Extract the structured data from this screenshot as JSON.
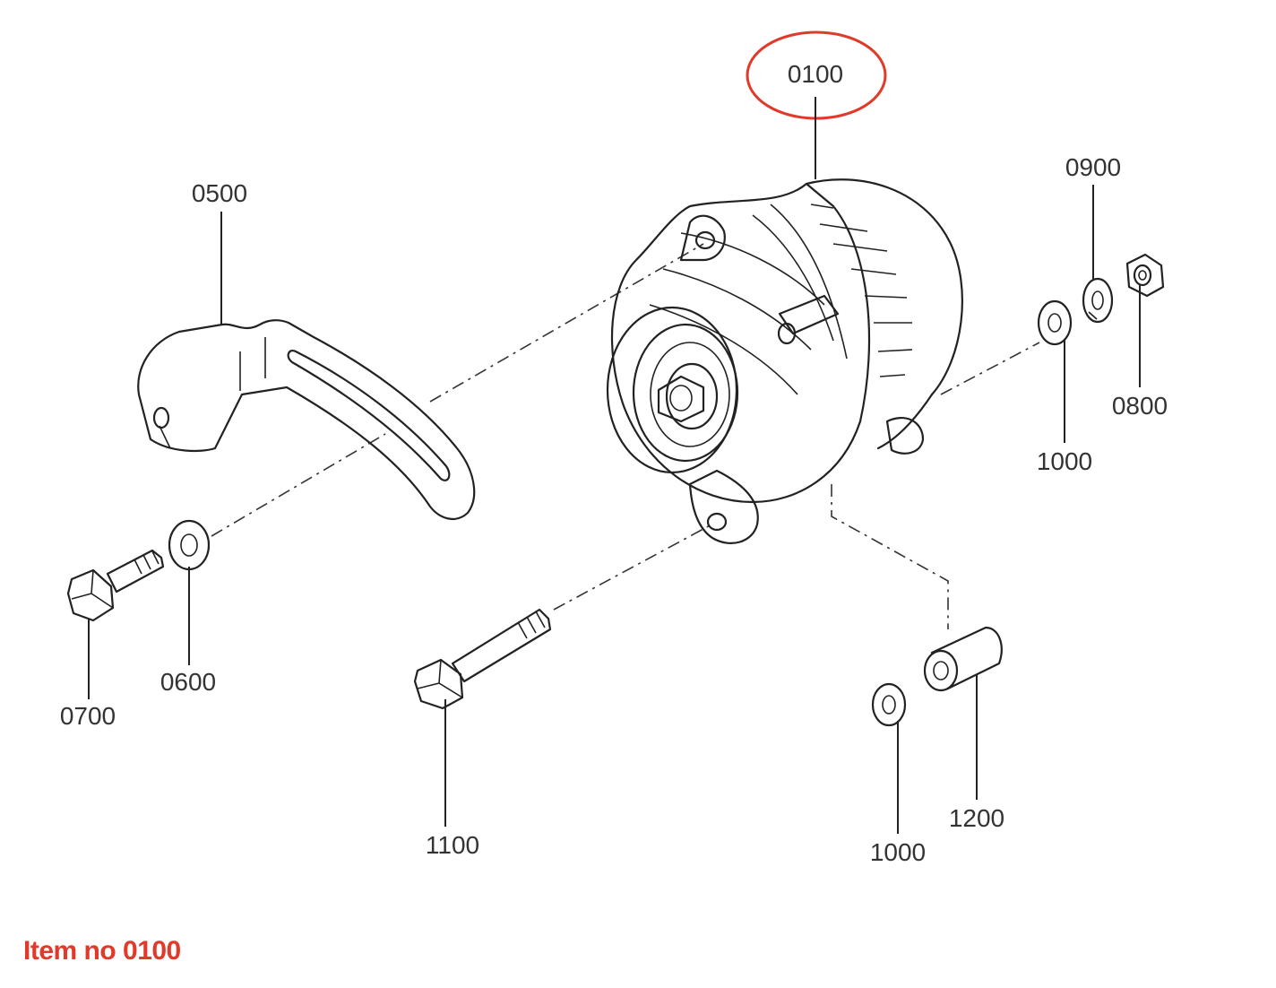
{
  "parts": {
    "p0100": "0100",
    "p0500": "0500",
    "p0600": "0600",
    "p0700": "0700",
    "p0800": "0800",
    "p0900": "0900",
    "p1000a": "1000",
    "p1000b": "1000",
    "p1100": "1100",
    "p1200": "1200"
  },
  "highlight": {
    "part": "0100",
    "color": "#e03a2a"
  },
  "caption": "Item no 0100"
}
